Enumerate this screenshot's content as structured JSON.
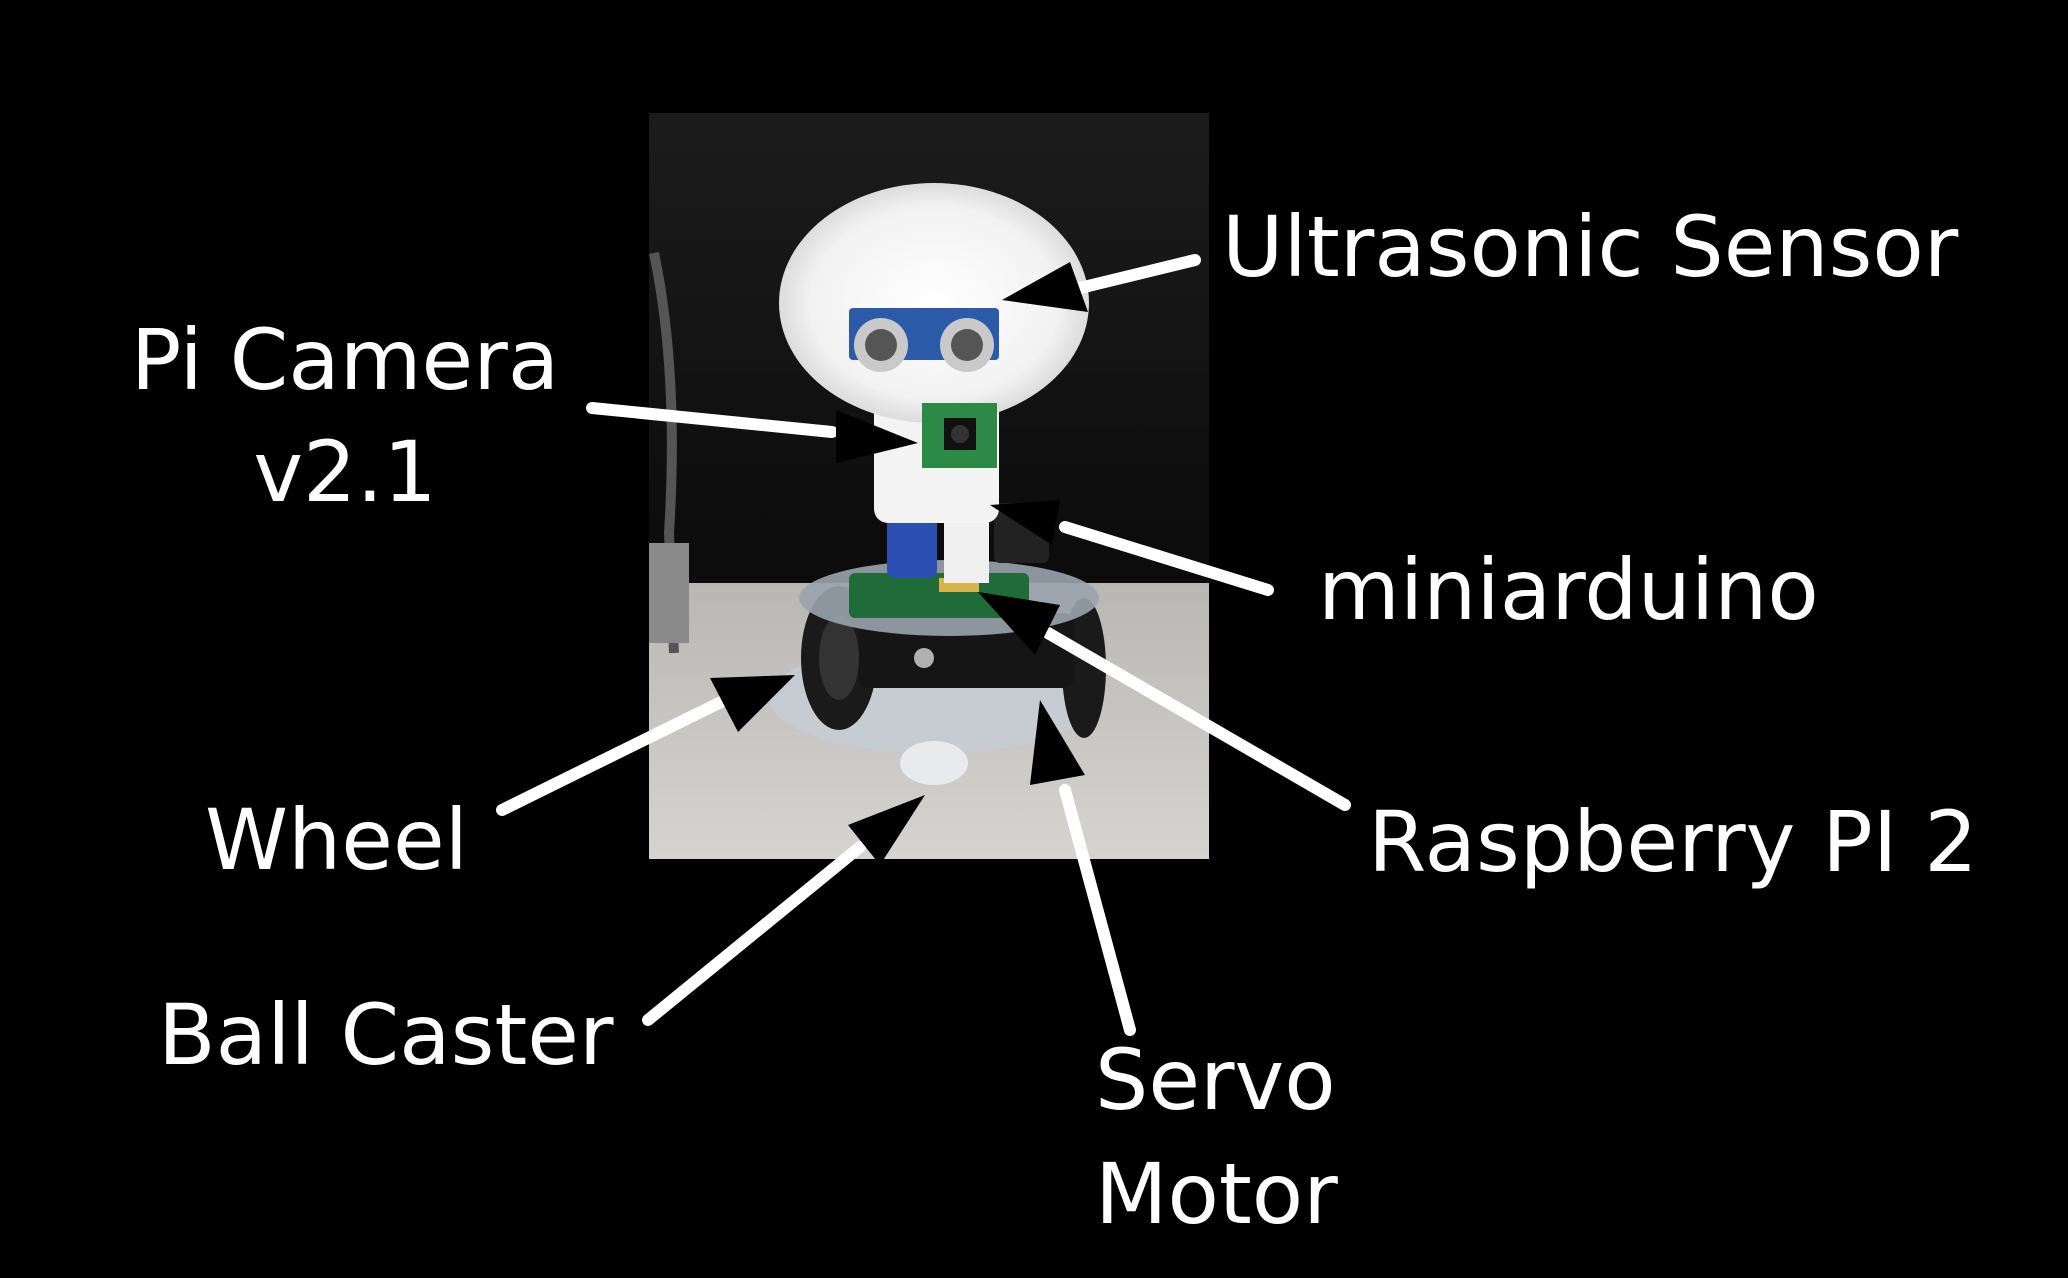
{
  "labels": {
    "ultrasonic_sensor": "Ultrasonic Sensor",
    "pi_camera_line1": "Pi Camera",
    "pi_camera_line2": "v2.1",
    "miniarduino": "miniarduino",
    "wheel": "Wheel",
    "raspberry_pi": "Raspberry PI 2",
    "ball_caster": "Ball Caster",
    "servo_motor_line1": "Servo",
    "servo_motor_line2": "Motor"
  },
  "colors": {
    "background": "#000000",
    "text": "#ffffff",
    "arrow": "#ffffff",
    "arrowhead": "#000000"
  }
}
